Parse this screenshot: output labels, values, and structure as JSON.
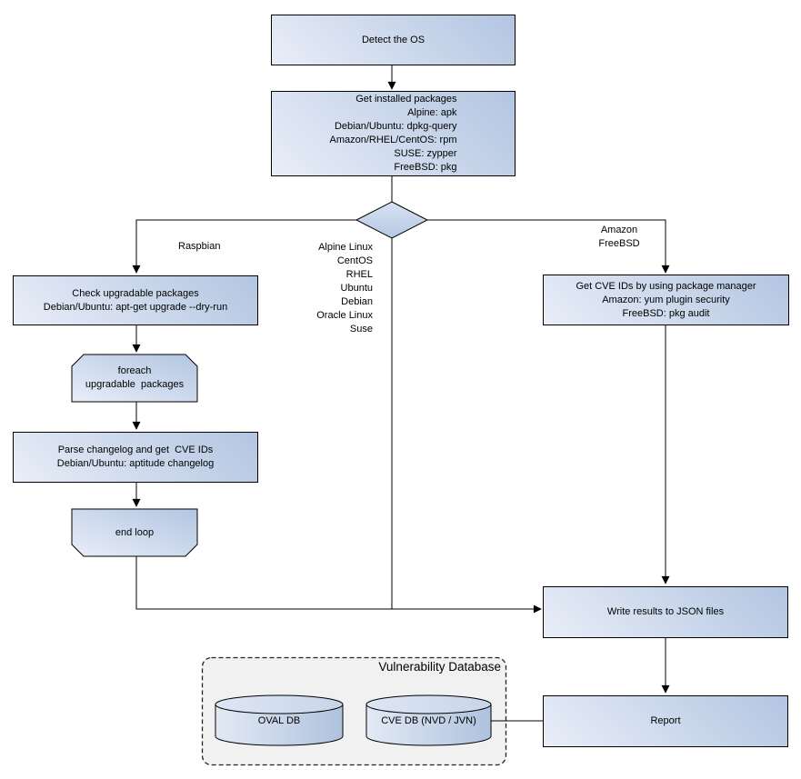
{
  "diagram": {
    "nodes": {
      "detect_os": "Detect the OS",
      "get_installed_packages": {
        "lines": [
          "Get installed packages",
          "Alpine: apk",
          "Debian/Ubuntu: dpkg-query",
          "Amazon/RHEL/CentOS: rpm",
          "SUSE: zypper",
          "FreeBSD: pkg"
        ]
      },
      "check_upgradable": {
        "lines": [
          "Check upgradable packages",
          "Debian/Ubuntu: apt-get upgrade --dry-run"
        ]
      },
      "foreach_loop": {
        "lines": [
          "foreach",
          "upgradable  packages"
        ]
      },
      "parse_changelog": {
        "lines": [
          "Parse changelog and get  CVE IDs",
          "Debian/Ubuntu: aptitude changelog"
        ]
      },
      "end_loop": "end loop",
      "get_cve_ids": {
        "lines": [
          "Get CVE IDs by using package manager",
          "Amazon: yum plugin security",
          "FreeBSD: pkg audit"
        ]
      },
      "write_results": "Write results to JSON files",
      "report": "Report"
    },
    "edge_labels": {
      "left_branch": "Raspbian",
      "middle_branch": [
        "Alpine Linux",
        "CentOS",
        "RHEL",
        "Ubuntu",
        "Debian",
        "Oracle Linux",
        "Suse"
      ],
      "right_branch": [
        "Amazon",
        "FreeBSD"
      ]
    },
    "database": {
      "title": "Vulnerability Database",
      "oval_db": "OVAL DB",
      "cve_db": "CVE DB (NVD / JVN)"
    },
    "colors": {
      "node_gradient_light": "#e9eef8",
      "node_gradient_dark": "#b2c5e1",
      "diamond_light": "#d8e2f2",
      "diamond_dark": "#b5c8e4",
      "container_fill": "#f1f1f1",
      "stroke": "#000000"
    }
  }
}
